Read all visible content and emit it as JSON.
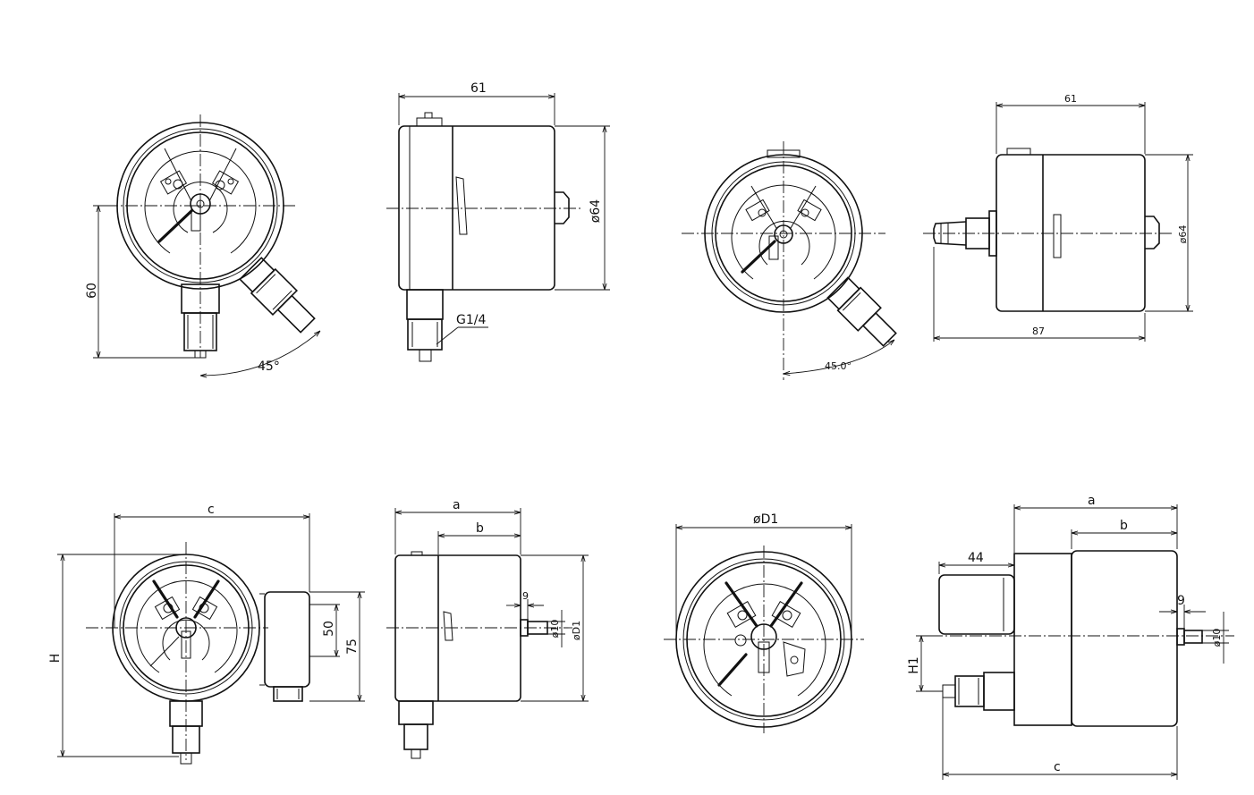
{
  "views": {
    "v1_front": {
      "height": "60",
      "angle": "45°"
    },
    "v1_side": {
      "length": "61",
      "diameter": "ø64",
      "thread": "G1/4"
    },
    "v2_front": {
      "angle": "45.0°"
    },
    "v2_side": {
      "length": "61",
      "diameter": "ø64",
      "overall": "87"
    },
    "v3_front": {
      "width": "c",
      "height": "H",
      "inner": "50",
      "outer": "75"
    },
    "v3_side": {
      "a": "a",
      "b": "b",
      "gap": "9",
      "stem": "ø10",
      "diameter": "øD1"
    },
    "v4_front": {
      "diameter": "øD1"
    },
    "v4_side": {
      "a": "a",
      "b": "b",
      "box": "44",
      "gap": "9",
      "stem": "ø10",
      "height": "H1",
      "width": "c"
    }
  }
}
